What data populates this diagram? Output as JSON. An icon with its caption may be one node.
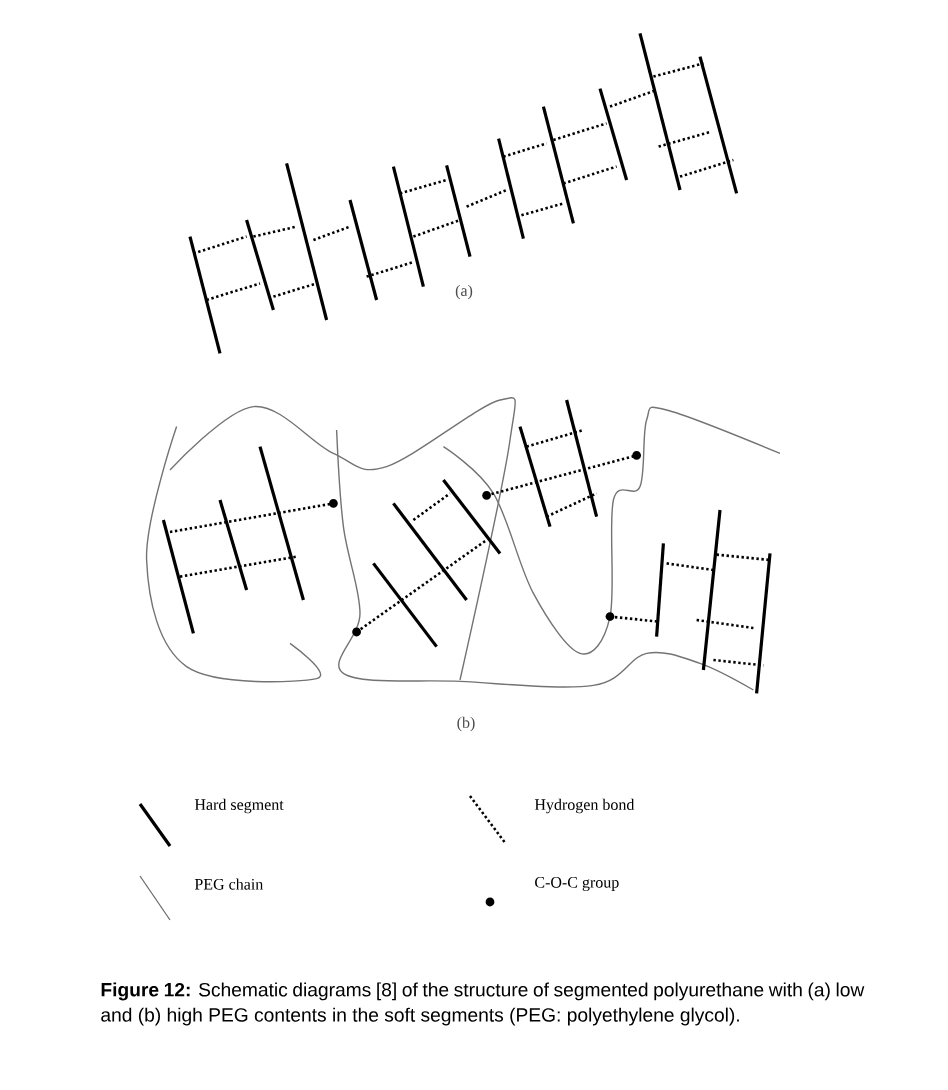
{
  "diagram": {
    "caption": "**Figure 12:** Schematic diagrams [8] of the structure of segmented polyurethane with (a) low and (b) high PEG contents in the soft segments (PEG: polyethylene glycol).",
    "labels": [
      "(a)",
      "(b)"
    ],
    "legend": [
      {
        "text": "Hard segment"
      },
      {
        "text": "Hydrogen bond"
      },
      {
        "text": "PEG chain"
      },
      {
        "text": "C-O-C group"
      }
    ]
  }
}
